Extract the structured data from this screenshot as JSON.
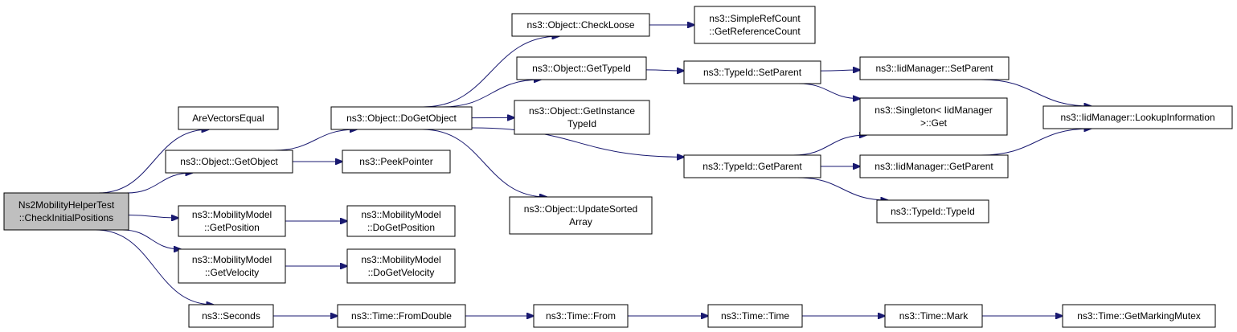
{
  "colors": {
    "edge": "#191970",
    "root_fill": "#bfbfbf",
    "node_fill": "#ffffff",
    "border": "#000000"
  },
  "nodes": [
    {
      "id": "root",
      "lines": [
        "Ns2MobilityHelperTest",
        "::CheckInitialPositions"
      ],
      "root": true
    },
    {
      "id": "arevectorsequal",
      "lines": [
        "AreVectorsEqual"
      ]
    },
    {
      "id": "getobject",
      "lines": [
        "ns3::Object::GetObject"
      ]
    },
    {
      "id": "getposition",
      "lines": [
        "ns3::MobilityModel",
        "::GetPosition"
      ]
    },
    {
      "id": "getvelocity",
      "lines": [
        "ns3::MobilityModel",
        "::GetVelocity"
      ]
    },
    {
      "id": "seconds",
      "lines": [
        "ns3::Seconds"
      ]
    },
    {
      "id": "dogetobject",
      "lines": [
        "ns3::Object::DoGetObject"
      ]
    },
    {
      "id": "peekpointer",
      "lines": [
        "ns3::PeekPointer"
      ]
    },
    {
      "id": "dogetposition",
      "lines": [
        "ns3::MobilityModel",
        "::DoGetPosition"
      ]
    },
    {
      "id": "dogetvelocity",
      "lines": [
        "ns3::MobilityModel",
        "::DoGetVelocity"
      ]
    },
    {
      "id": "fromdouble",
      "lines": [
        "ns3::Time::FromDouble"
      ]
    },
    {
      "id": "checkloose",
      "lines": [
        "ns3::Object::CheckLoose"
      ]
    },
    {
      "id": "gettypeid",
      "lines": [
        "ns3::Object::GetTypeId"
      ]
    },
    {
      "id": "getinstancetypeid",
      "lines": [
        "ns3::Object::GetInstance",
        "TypeId"
      ]
    },
    {
      "id": "updatesortedarray",
      "lines": [
        "ns3::Object::UpdateSorted",
        "Array"
      ]
    },
    {
      "id": "timefrom",
      "lines": [
        "ns3::Time::From"
      ]
    },
    {
      "id": "getreferencecount",
      "lines": [
        "ns3::SimpleRefCount",
        "::GetReferenceCount"
      ]
    },
    {
      "id": "typeidsetparent",
      "lines": [
        "ns3::TypeId::SetParent"
      ]
    },
    {
      "id": "typeidgetparent",
      "lines": [
        "ns3::TypeId::GetParent"
      ]
    },
    {
      "id": "timetime",
      "lines": [
        "ns3::Time::Time"
      ]
    },
    {
      "id": "iidsetparent",
      "lines": [
        "ns3::IidManager::SetParent"
      ]
    },
    {
      "id": "singletonget",
      "lines": [
        "ns3::Singleton< IidManager",
        " >::Get"
      ]
    },
    {
      "id": "iidgetparent",
      "lines": [
        "ns3::IidManager::GetParent"
      ]
    },
    {
      "id": "typeidtypeid",
      "lines": [
        "ns3::TypeId::TypeId"
      ]
    },
    {
      "id": "timemark",
      "lines": [
        "ns3::Time::Mark"
      ]
    },
    {
      "id": "lookupinformation",
      "lines": [
        "ns3::IidManager::LookupInformation"
      ]
    },
    {
      "id": "getmarkingmutex",
      "lines": [
        "ns3::Time::GetMarkingMutex"
      ]
    }
  ],
  "edges": [
    [
      "root",
      "arevectorsequal"
    ],
    [
      "root",
      "getobject"
    ],
    [
      "root",
      "getposition"
    ],
    [
      "root",
      "getvelocity"
    ],
    [
      "root",
      "seconds"
    ],
    [
      "getobject",
      "dogetobject"
    ],
    [
      "getobject",
      "peekpointer"
    ],
    [
      "getposition",
      "dogetposition"
    ],
    [
      "getvelocity",
      "dogetvelocity"
    ],
    [
      "seconds",
      "fromdouble"
    ],
    [
      "dogetobject",
      "checkloose"
    ],
    [
      "dogetobject",
      "gettypeid"
    ],
    [
      "dogetobject",
      "getinstancetypeid"
    ],
    [
      "dogetobject",
      "typeidgetparent"
    ],
    [
      "dogetobject",
      "updatesortedarray"
    ],
    [
      "checkloose",
      "getreferencecount"
    ],
    [
      "gettypeid",
      "typeidsetparent"
    ],
    [
      "typeidsetparent",
      "iidsetparent"
    ],
    [
      "typeidsetparent",
      "singletonget"
    ],
    [
      "iidsetparent",
      "lookupinformation"
    ],
    [
      "typeidgetparent",
      "singletonget"
    ],
    [
      "typeidgetparent",
      "iidgetparent"
    ],
    [
      "typeidgetparent",
      "typeidtypeid"
    ],
    [
      "iidgetparent",
      "lookupinformation"
    ],
    [
      "fromdouble",
      "timefrom"
    ],
    [
      "timefrom",
      "timetime"
    ],
    [
      "timetime",
      "timemark"
    ],
    [
      "timemark",
      "getmarkingmutex"
    ]
  ]
}
